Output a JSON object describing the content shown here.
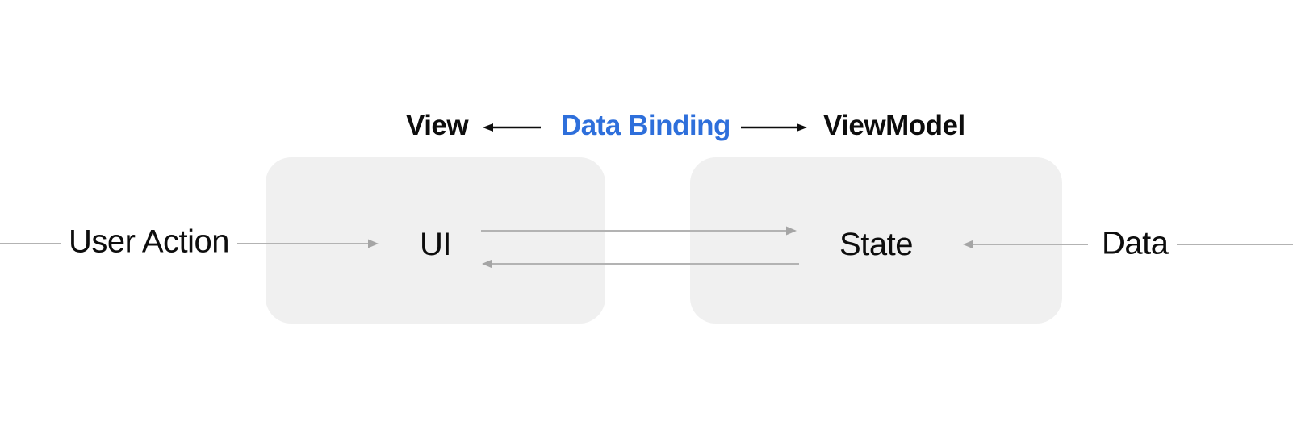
{
  "header": {
    "view_label": "View",
    "data_binding_label": "Data Binding",
    "viewmodel_label": "ViewModel"
  },
  "nodes": {
    "ui_label": "UI",
    "state_label": "State"
  },
  "side_labels": {
    "left": "User Action",
    "right": "Data"
  },
  "colors": {
    "accent_blue": "#2e6fdb",
    "box_fill": "#f0f0f0",
    "connector_gray": "#b3b3b3",
    "arrowhead_gray": "#a5a5a5",
    "text_black": "#0d0d0d"
  }
}
